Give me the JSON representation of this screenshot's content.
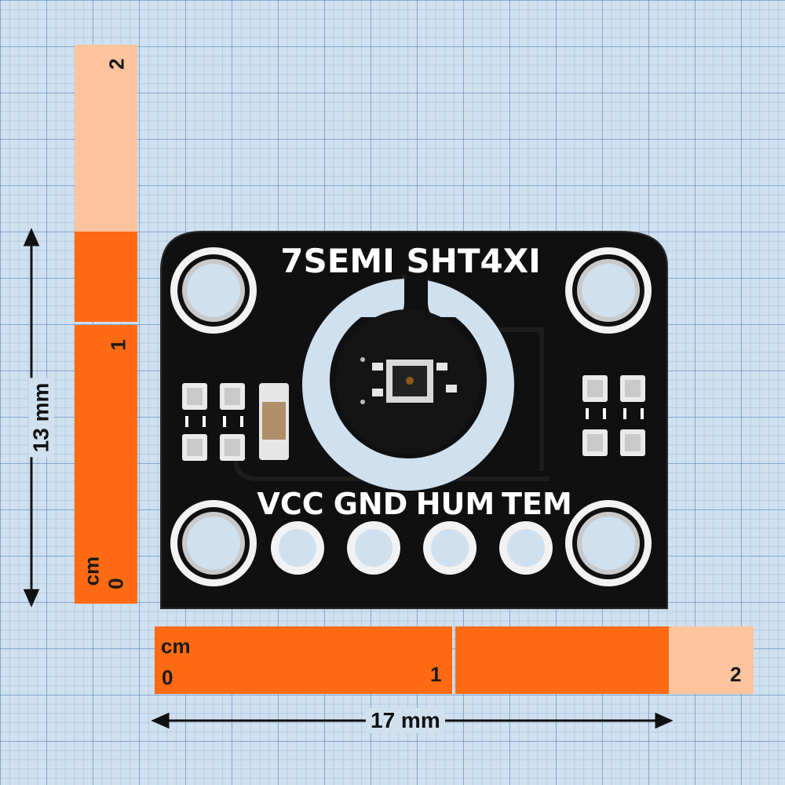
{
  "rulers": {
    "vertical": {
      "unit": "cm",
      "mark0": "0",
      "mark1": "1",
      "mark2": "2"
    },
    "horizontal": {
      "unit": "cm",
      "mark0": "0",
      "mark1": "1",
      "mark2": "2"
    }
  },
  "dimensions": {
    "height_label": "13 mm",
    "width_label": "17 mm"
  },
  "board": {
    "title": "7SEMI SHT4XI",
    "pins": [
      "VCC",
      "GND",
      "HUM",
      "TEM"
    ]
  },
  "colors": {
    "ruler_dark": "#ff6a13",
    "ruler_light": "#fbc49c",
    "board": "#101010",
    "silkscreen": "#ffffff",
    "grid_bg": "#cfe0ef"
  }
}
